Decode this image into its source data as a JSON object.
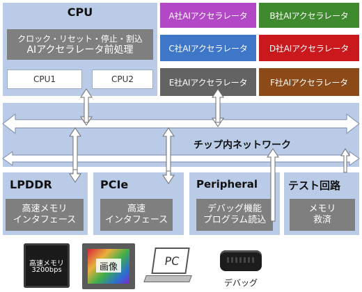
{
  "cpu": {
    "title": "CPU",
    "function_line1": "クロック・リセット・停止・割込",
    "function_line2": "AIアクセラレータ前処理",
    "cores": [
      "CPU1",
      "CPU2"
    ]
  },
  "accelerators": [
    {
      "label": "A社AIアクセラレータ",
      "color": "#b348c7"
    },
    {
      "label": "B社AIアクセラレータ",
      "color": "#3f8a2e"
    },
    {
      "label": "C社AIアクセラレータ",
      "color": "#3f77c8"
    },
    {
      "label": "D社AIアクセラレータ",
      "color": "#c9191d"
    },
    {
      "label": "E社AIアクセラレータ",
      "color": "#636363"
    },
    {
      "label": "F社AIアクセラレータ",
      "color": "#8b4a18"
    }
  ],
  "bus": {
    "label": "チップ内ネットワーク"
  },
  "blocks": [
    {
      "title": "LPDDR",
      "line1": "高速メモリ",
      "line2": "インタフェース"
    },
    {
      "title": "PCIe",
      "line1": "高速",
      "line2": "インタフェース"
    },
    {
      "title": "Peripheral",
      "line1": "デバッグ機能",
      "line2": "プログラム読込"
    },
    {
      "title": "テスト回路",
      "line1": "メモリ",
      "line2": "救済"
    }
  ],
  "devices": {
    "memory_chip_line1": "高速メモリ",
    "memory_chip_line2": "3200bps",
    "image_sensor": "画像",
    "pc": "PC",
    "debug_caption": "デバッグ"
  }
}
